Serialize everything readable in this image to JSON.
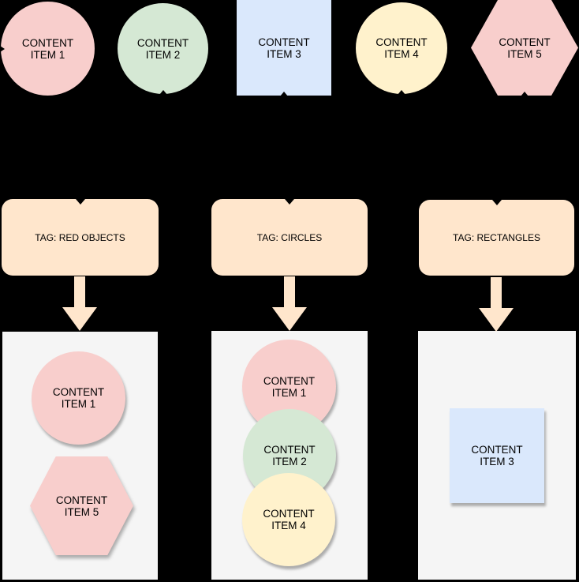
{
  "diagram": {
    "background_color": "#000000",
    "text_color": "#000000",
    "top_items": [
      {
        "name": "content-item-1",
        "shape": "circle",
        "fill": "#f8cecc",
        "label": "CONTENT\nITEM 1"
      },
      {
        "name": "content-item-2",
        "shape": "circle",
        "fill": "#d5e8d4",
        "label": "CONTENT\nITEM 2"
      },
      {
        "name": "content-item-3",
        "shape": "square",
        "fill": "#dae8fc",
        "label": "CONTENT\nITEM 3"
      },
      {
        "name": "content-item-4",
        "shape": "circle",
        "fill": "#fff2cc",
        "label": "CONTENT\nITEM 4"
      },
      {
        "name": "content-item-5",
        "shape": "hexagon",
        "fill": "#f8cecc",
        "label": "CONTENT\nITEM 5"
      }
    ],
    "tags": [
      {
        "label": "TAG: RED OBJECTS",
        "fill": "#ffe6cc"
      },
      {
        "label": "TAG: CIRCLES",
        "fill": "#ffe6cc"
      },
      {
        "label": "TAG: RECTANGLES",
        "fill": "#ffe6cc"
      }
    ],
    "groups": [
      {
        "tag": "TAG: RED OBJECTS",
        "fill": "#f5f5f5",
        "items": [
          {
            "shape": "circle",
            "fill": "#f8cecc",
            "label": "CONTENT\nITEM 1"
          },
          {
            "shape": "hexagon",
            "fill": "#f8cecc",
            "label": "CONTENT\nITEM 5"
          }
        ]
      },
      {
        "tag": "TAG: CIRCLES",
        "fill": "#f5f5f5",
        "items": [
          {
            "shape": "circle",
            "fill": "#f8cecc",
            "label": "CONTENT\nITEM 1"
          },
          {
            "shape": "circle",
            "fill": "#d5e8d4",
            "label": "CONTENT\nITEM 2"
          },
          {
            "shape": "circle",
            "fill": "#fff2cc",
            "label": "CONTENT\nITEM 4"
          }
        ]
      },
      {
        "tag": "TAG: RECTANGLES",
        "fill": "#f5f5f5",
        "items": [
          {
            "shape": "square",
            "fill": "#dae8fc",
            "label": "CONTENT\nITEM 3"
          }
        ]
      }
    ]
  }
}
